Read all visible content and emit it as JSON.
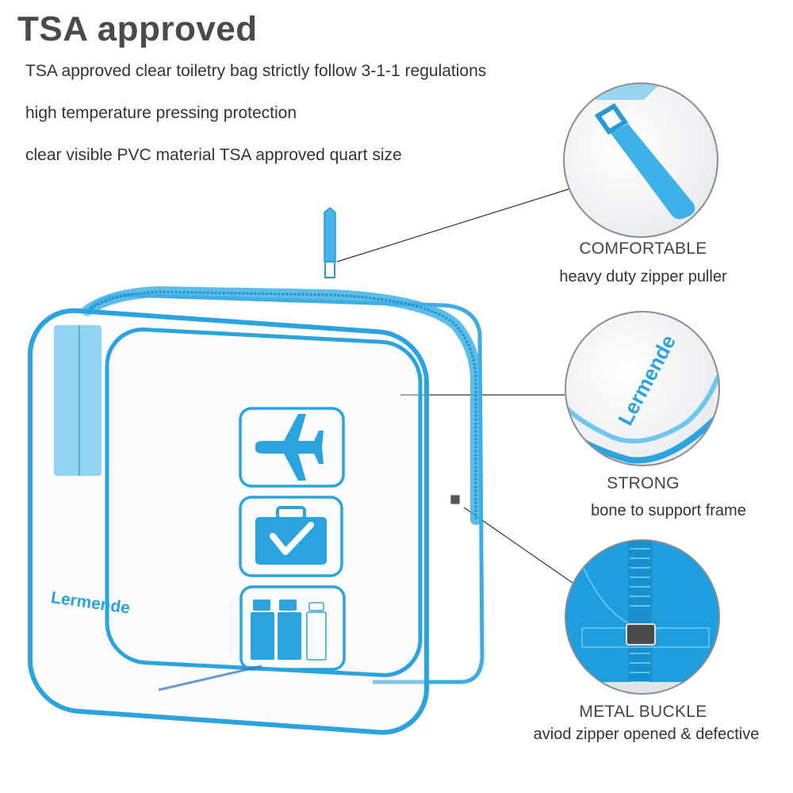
{
  "header": {
    "title": "TSA approved",
    "features": [
      "TSA approved clear toiletry bag strictly follow 3-1-1 regulations",
      "high temperature pressing protection",
      "clear visible PVC material TSA approved quart size"
    ]
  },
  "product": {
    "brand_label": "Lermende",
    "icons": [
      "airplane-icon",
      "suitcase-check-icon",
      "bottles-icon"
    ]
  },
  "callouts": [
    {
      "heading": "COMFORTABLE",
      "description": "heavy duty zipper puller",
      "image": "zipper-puller-closeup"
    },
    {
      "heading": "STRONG",
      "description": "bone to support frame",
      "image": "frame-edge-closeup",
      "brand_label": "Lermende"
    },
    {
      "heading": "METAL BUCKLE",
      "description": "aviod zipper opened & defective",
      "image": "metal-buckle-closeup"
    }
  ],
  "colors": {
    "accent_blue": "#2aa3de",
    "light_blue": "#5cc0ee",
    "text_dark": "#333333",
    "title_gray": "#4a4a4a",
    "circle_border": "#8c8c8c"
  }
}
